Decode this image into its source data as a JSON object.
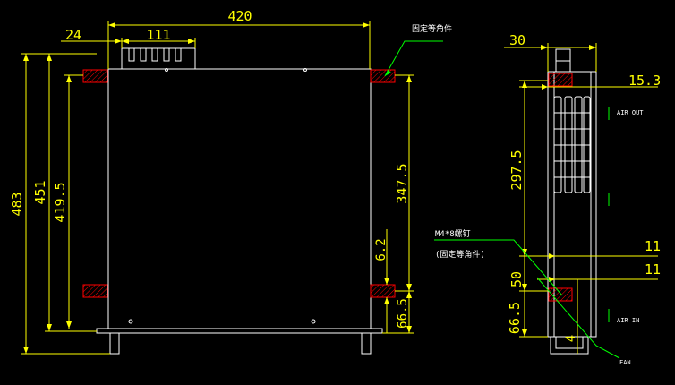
{
  "colors": {
    "background": "#000000",
    "outline": "#ffffff",
    "dimension": "#ffff00",
    "leader": "#00ff00",
    "hatch": "#ff0000",
    "note": "#ffffff"
  },
  "front_view": {
    "dims": {
      "width": "420",
      "flange_offset": "24",
      "handle_width": "111",
      "overall_height": "483",
      "panel_height": "451",
      "hole_pitch": "419.5",
      "upper_spacing": "347.5",
      "lower_small": "6.2",
      "lower_spacing": "66.5"
    },
    "note_fixing": "固定等角件"
  },
  "side_view": {
    "dims": {
      "depth_top": "30",
      "top_offset": "15.3",
      "vent_span": "297.5",
      "offset_a": "11",
      "offset_b": "11",
      "small_50": "50",
      "bottom_span": "66.5",
      "fan_small": "4"
    },
    "labels": {
      "air_out": "AIR OUT",
      "air_in": "AIR IN",
      "fan": "FAN",
      "screw": "M4*8螺钉",
      "screw_note": "(固定等角件)"
    }
  }
}
